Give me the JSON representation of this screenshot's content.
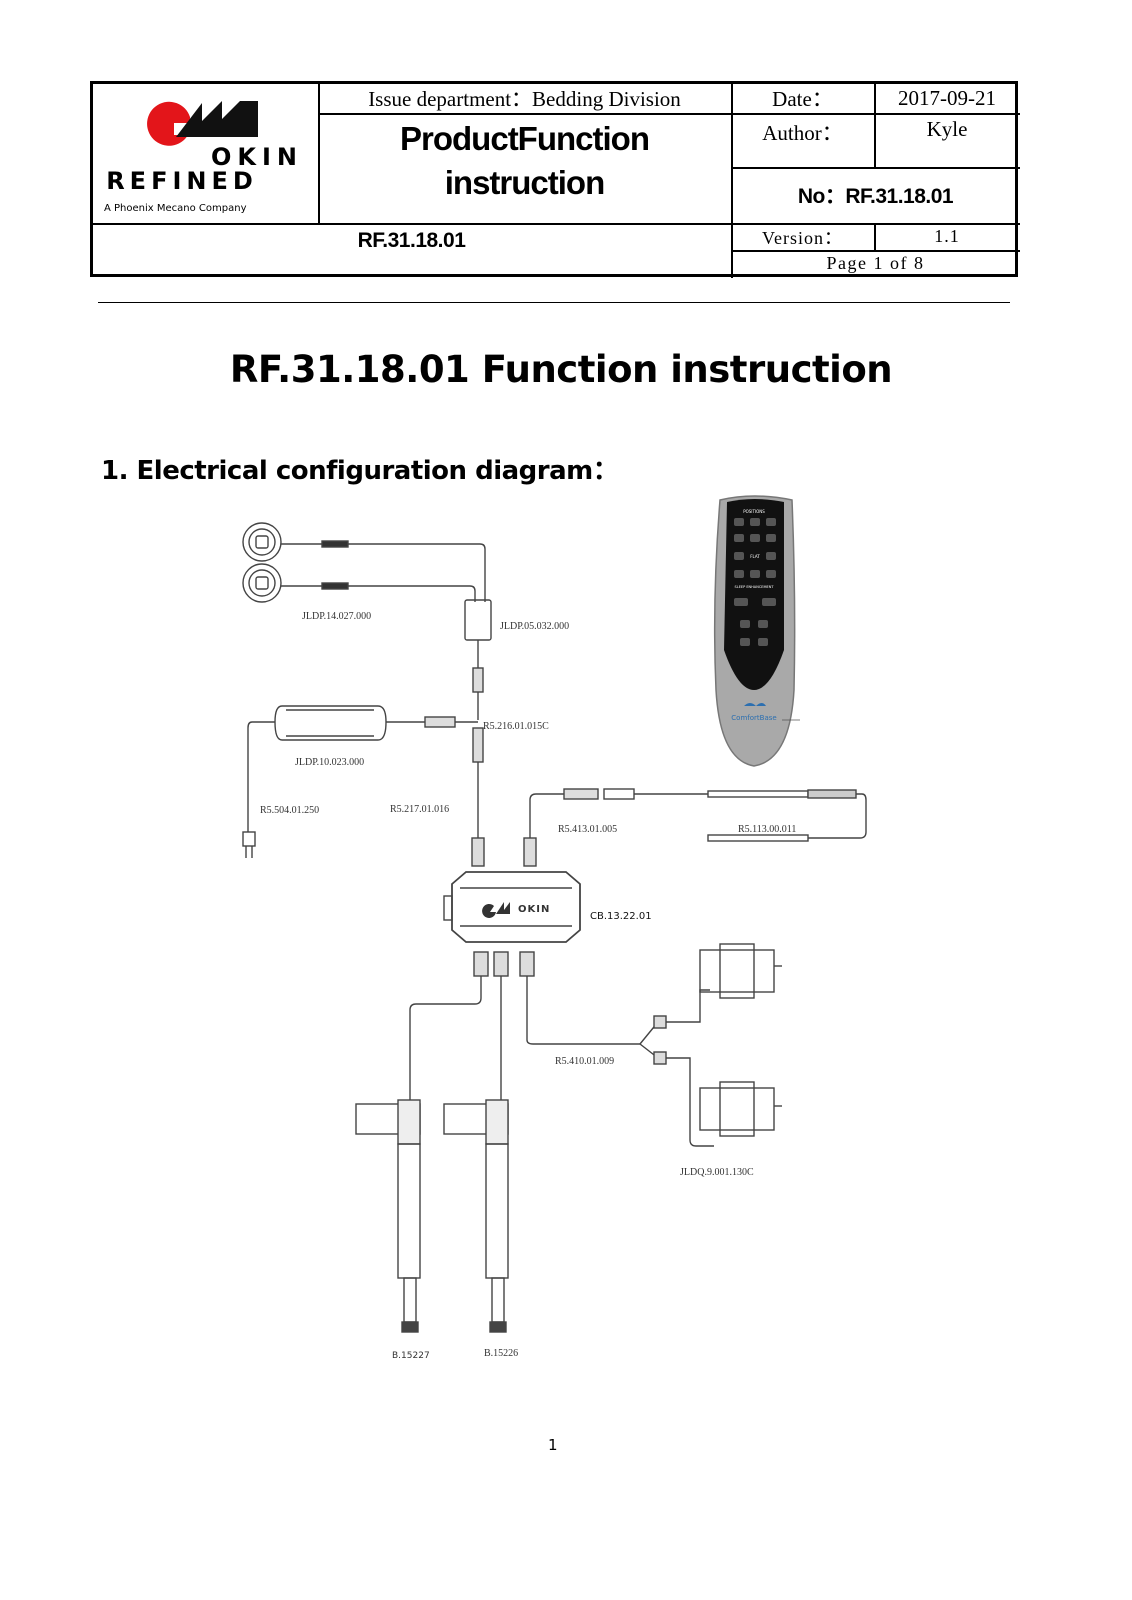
{
  "header": {
    "logo": {
      "line1": "OKIN",
      "line2": "REFINED",
      "tagline": "A Phoenix Mecano Company"
    },
    "issue_department": "Issue department：Bedding Division",
    "doc_title_line1": "ProductFunction",
    "doc_title_line2": "instruction",
    "date_label": "Date：",
    "date_value": "2017-09-21",
    "author_label": "Author：",
    "author_value": "Kyle",
    "no_label": "No：RF.31.18.01",
    "model": "RF.31.18.01",
    "version_label": "Version：",
    "version_value": "1.1",
    "page_info": "Page 1 of 8"
  },
  "title": "RF.31.18.01 Function instruction",
  "section1": "1.  Electrical configuration diagram：",
  "diagram": {
    "parts": {
      "button_switch": "JLDP.14.027.000",
      "switch_box": "JLDP.05.032.000",
      "cable_y": "R5.216.01.015C",
      "power_supply": "JLDP.10.023.000",
      "power_cord": "R5.504.01.250",
      "dc_cable": "R5.217.01.016",
      "remote_cable": "R5.413.01.005",
      "light_strip": "R5.113.00.011",
      "control_box": "CB.13.22.01",
      "massage_cable": "R5.410.01.009",
      "massage_motor": "JLDQ.9.001.130C",
      "actuator_1": "B.15227",
      "actuator_2": "B.15226"
    },
    "control_box_brand": "OKIN",
    "remote": {
      "header": "POSITIONS",
      "flat": "FLAT",
      "sleep": "SLEEP ENHANCEMENT",
      "brand": "ComfortBase"
    }
  },
  "page_number": "1"
}
